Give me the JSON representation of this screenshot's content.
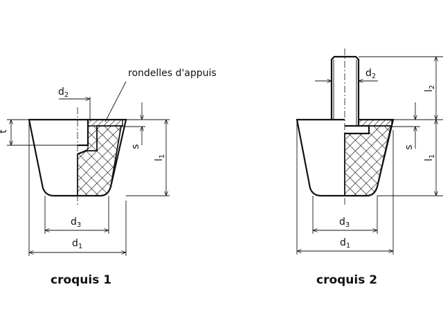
{
  "sketch1": {
    "caption": "croquis 1",
    "annotation": "rondelles d'appuis",
    "dims": {
      "d1": "d",
      "d1_sub": "1",
      "d2": "d",
      "d2_sub": "2",
      "d3": "d",
      "d3_sub": "3",
      "l1": "l",
      "l1_sub": "1",
      "s": "s",
      "t": "t"
    }
  },
  "sketch2": {
    "caption": "croquis 2",
    "dims": {
      "d1": "d",
      "d1_sub": "1",
      "d2": "d",
      "d2_sub": "2",
      "d3": "d",
      "d3_sub": "3",
      "l1": "l",
      "l1_sub": "1",
      "l2": "l",
      "l2_sub": "2",
      "s": "s"
    }
  }
}
